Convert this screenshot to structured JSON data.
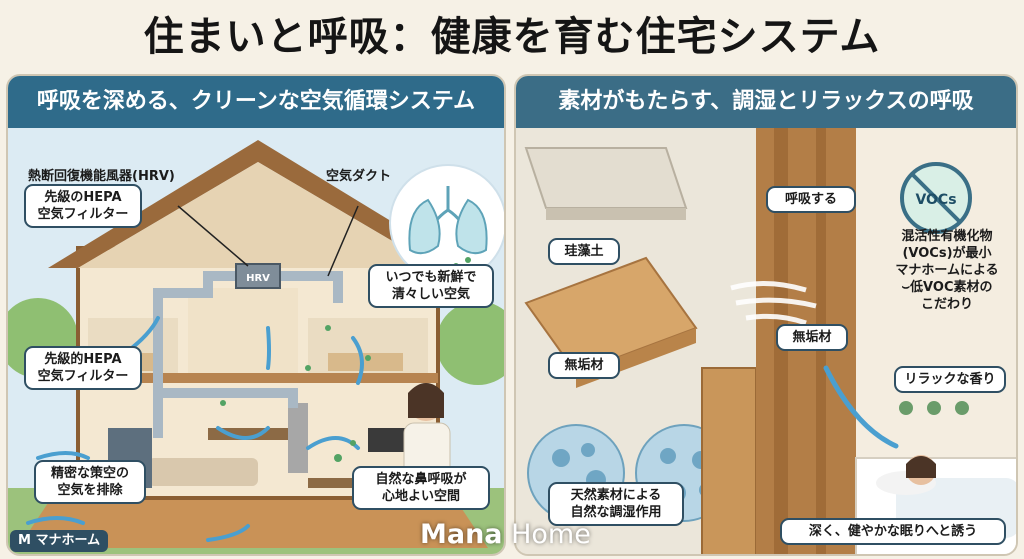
{
  "title": "住まいと呼吸：健康を育む住宅システム",
  "left_panel": {
    "heading": "呼吸を深める、クリーンな空気循環システム",
    "labels": {
      "hrv": "熱断回復機能風器(HRV)",
      "duct": "空気ダクト",
      "hepa_top": "先級のHEPA\n空気フィルター",
      "fresh_air": "いつでも新鮮で\n清々しい空気",
      "hepa_mid": "先級的HEPA\n空気フィルター",
      "exhaust": "精密な策空の\n空気を排除",
      "nose": "自然な鼻呼吸が\n心地よい空間",
      "hrv_box": "HRV"
    }
  },
  "right_panel": {
    "heading": "素材がもたらす、調湿とリラックスの呼吸",
    "labels": {
      "diatom": "珪藻土",
      "solid_wood": "無垢材",
      "humidity": "天然素材による\n自然な調湿作用",
      "breathe": "呼吸する",
      "voc_text": "混活性有機化物\n(VOCs)が最小\nマナホームによる\n⌣低VOC素材の\nこだわり",
      "solid_wood2": "無垢材",
      "aroma": "リラックな香り",
      "sleep": "深く、健やかな眠りへと誘う",
      "voc_badge": "VOCs"
    }
  },
  "footer": {
    "logo_mark": "M",
    "logo_text": "マナホーム",
    "brand_bold": "Mana",
    "brand_light": " Home"
  },
  "colors": {
    "header_blue": "#2f6b8a",
    "sky": "#dcebf3",
    "wall_beige": "#efe9dd",
    "wood": "#c9965a",
    "airflow": "#4a9fd0"
  }
}
